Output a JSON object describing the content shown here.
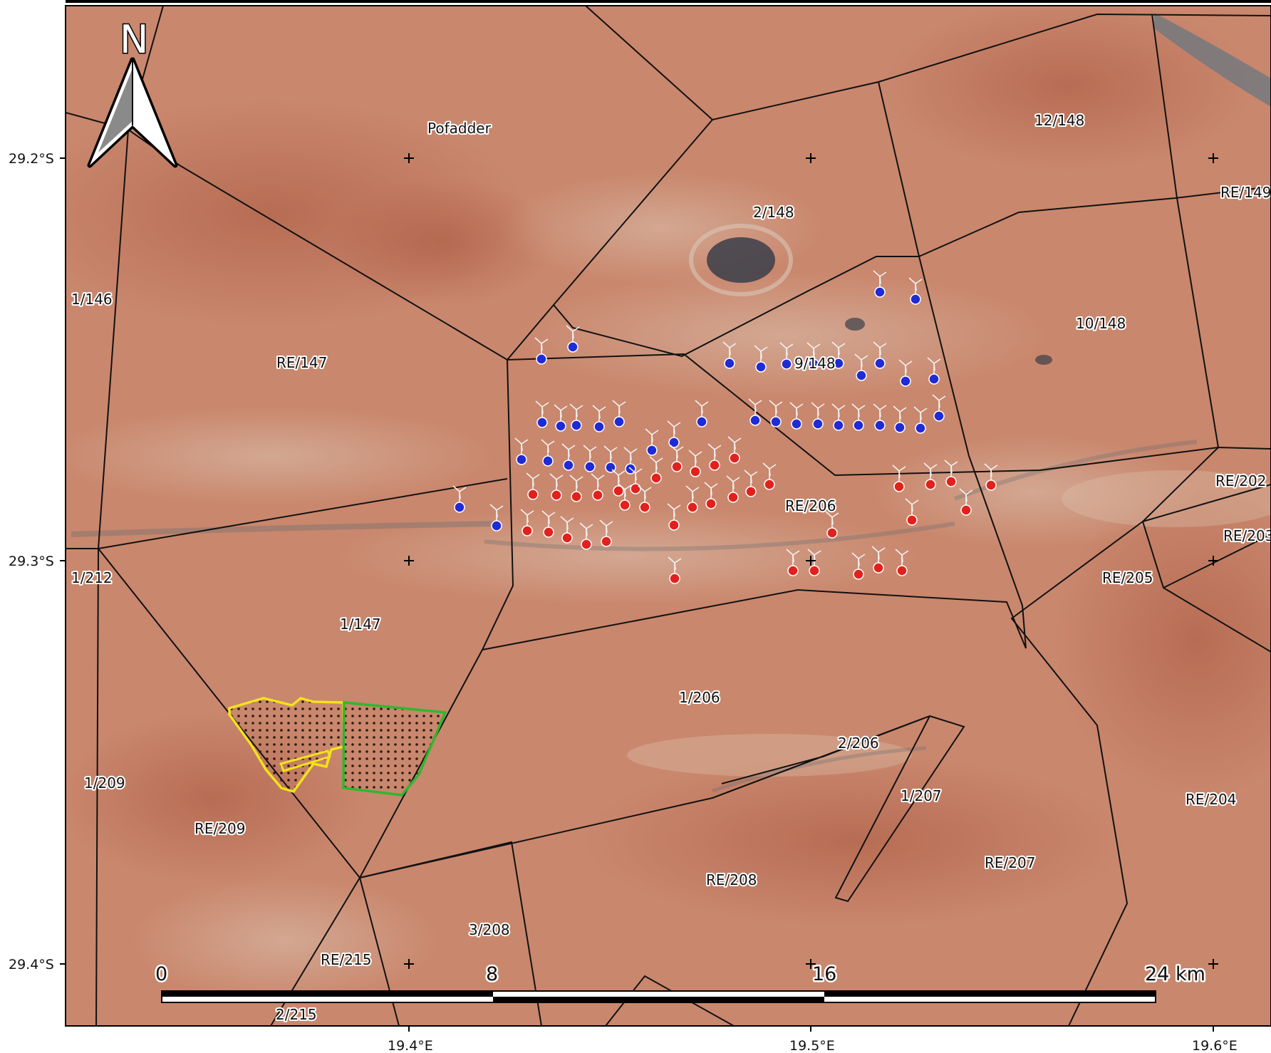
{
  "map": {
    "north_label": "N",
    "colors": {
      "terrain_base": "#c9876d",
      "boundary": "#111111",
      "phase_one_turbine": "#1f2bd6",
      "phase_two_turbine": "#e3211c",
      "site_yellow": "#f4e21b",
      "site_green": "#2eb82e"
    },
    "axes": {
      "latitude_ticks": [
        "29.2°S",
        "29.3°S",
        "29.4°S"
      ],
      "longitude_ticks": [
        "19.4°E",
        "19.5°E",
        "19.6°E"
      ]
    },
    "scale_bar": {
      "labels": [
        "0",
        "8",
        "16",
        "24 km"
      ]
    },
    "farm_labels": [
      "Pofadder",
      "12/148",
      "RE/149",
      "2/148",
      "1/146",
      "RE/147",
      "9/148",
      "10/148",
      "RE/202",
      "RE/206",
      "RE/203",
      "1/212",
      "RE/205",
      "1/147",
      "1/206",
      "2/206",
      "1/209",
      "1/207",
      "RE/204",
      "RE/209",
      "RE/208",
      "RE/207",
      "3/208",
      "RE/215",
      "2/215"
    ],
    "icons": [
      "north-arrow-icon",
      "wind-turbine-icon",
      "graticule-cross-icon"
    ]
  }
}
